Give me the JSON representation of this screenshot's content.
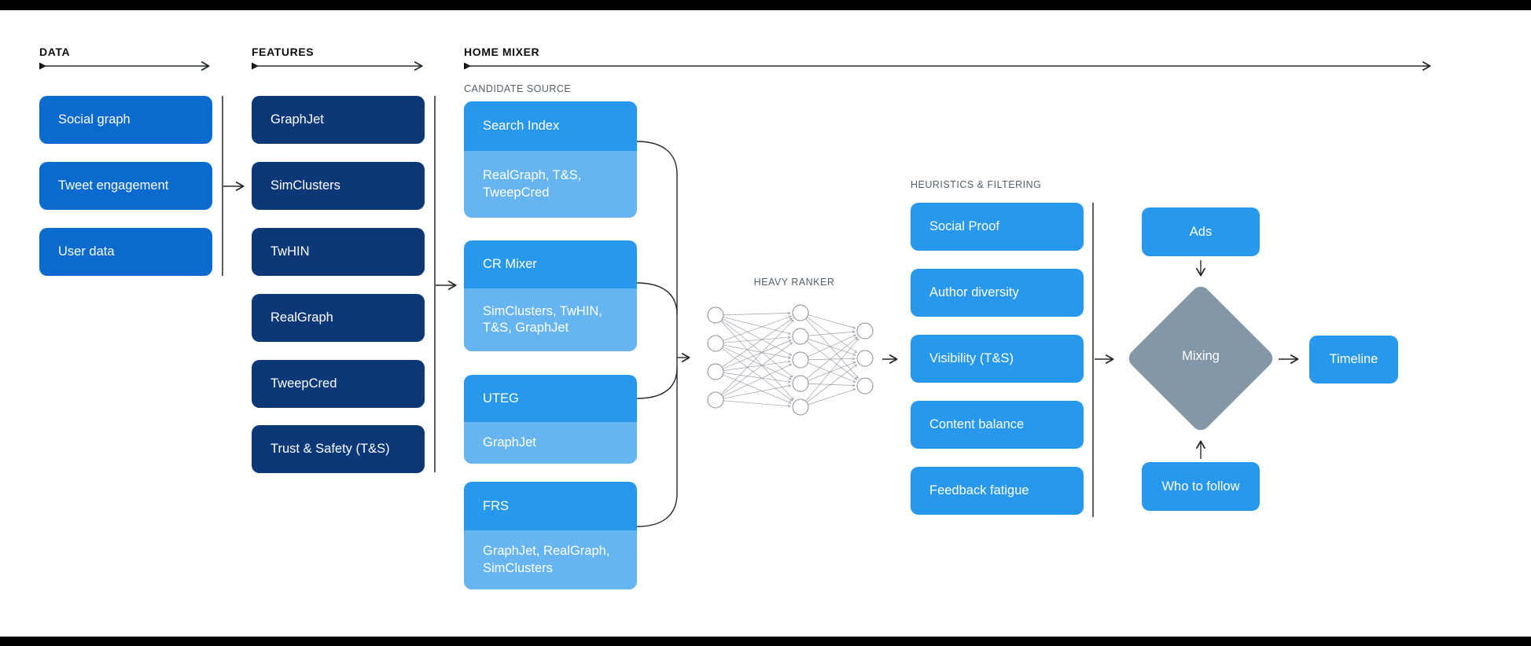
{
  "colors": {
    "data_box_blue": "#0a6ace",
    "features_navy": "#0d3878",
    "bright_blue": "#2798ec",
    "light_blue": "#66b5f1",
    "diamond_gray": "#8497a9",
    "letterbox_black": "#000000"
  },
  "headers": {
    "data": "DATA",
    "features": "FEATURES",
    "home_mixer": "HOME MIXER"
  },
  "data_column": {
    "items": [
      "Social graph",
      "Tweet engagement",
      "User data"
    ]
  },
  "features_column": {
    "items": [
      "GraphJet",
      "SimClusters",
      "TwHIN",
      "RealGraph",
      "TweepCred",
      "Trust & Safety (T&S)"
    ]
  },
  "candidate_source": {
    "label": "CANDIDATE SOURCE",
    "groups": [
      {
        "title": "Search Index",
        "sources": "RealGraph, T&S, TweepCred"
      },
      {
        "title": "CR Mixer",
        "sources": "SimClusters, TwHIN, T&S, GraphJet"
      },
      {
        "title": "UTEG",
        "sources": "GraphJet"
      },
      {
        "title": "FRS",
        "sources": "GraphJet, RealGraph, SimClusters"
      }
    ]
  },
  "heavy_ranker": {
    "label": "HEAVY RANKER",
    "network": {
      "input_nodes": 4,
      "hidden_nodes": 5,
      "output_nodes": 3
    }
  },
  "heuristics": {
    "label": "HEURISTICS & FILTERING",
    "items": [
      "Social Proof",
      "Author diversity",
      "Visibility (T&S)",
      "Content balance",
      "Feedback fatigue"
    ]
  },
  "output_stage": {
    "ads": "Ads",
    "mixing": "Mixing",
    "who_to_follow": "Who to follow",
    "timeline": "Timeline"
  }
}
